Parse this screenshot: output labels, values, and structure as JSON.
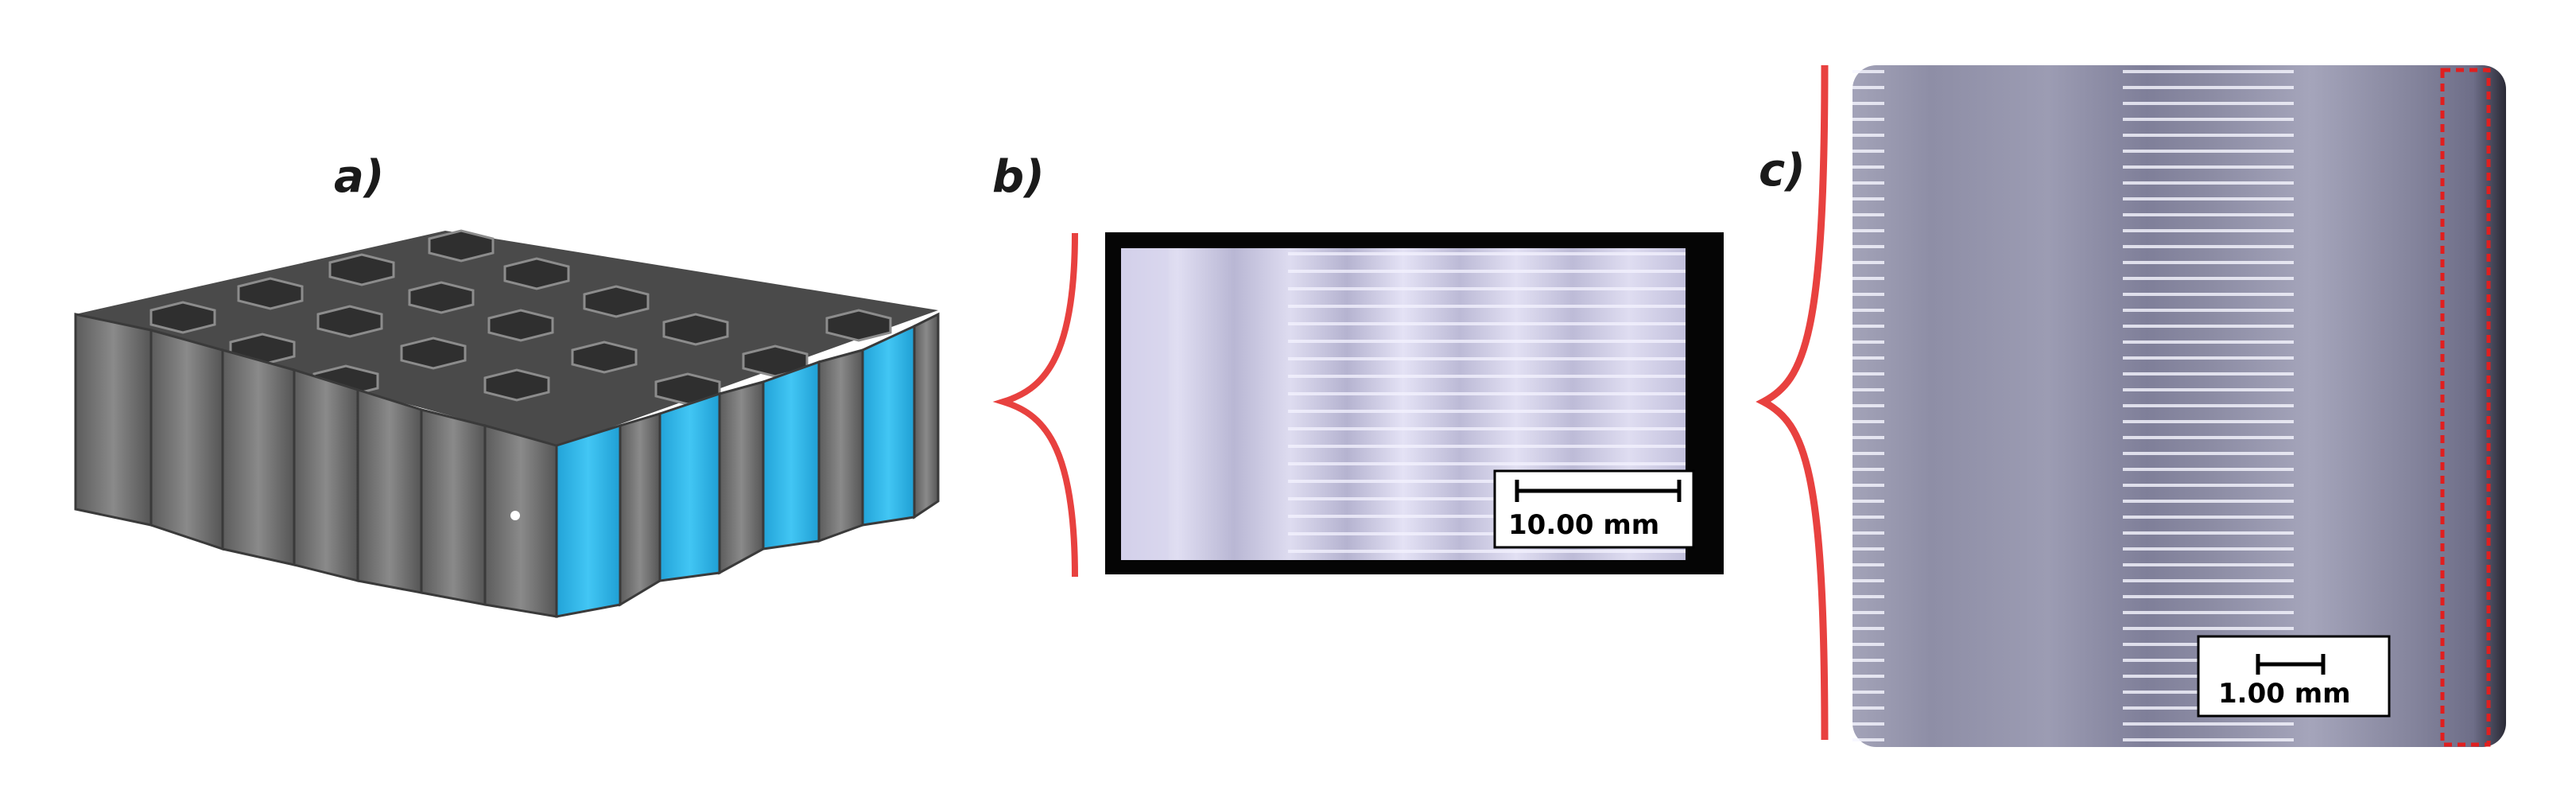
{
  "figure": {
    "panels": [
      {
        "label": "a)",
        "description": "honeycomb-lattice"
      },
      {
        "label": "b)",
        "scale_bar": "10.00 mm"
      },
      {
        "label": "c)",
        "scale_bar": "1.00 mm"
      }
    ]
  },
  "colors": {
    "bracket": "#e8413f",
    "highlight": "#e01f1f",
    "cell_gray": "#6d6d6d",
    "cell_blue": "#2fb6ea",
    "specimen": "#cfcde6",
    "micro_bg": "#8f8fa6"
  }
}
